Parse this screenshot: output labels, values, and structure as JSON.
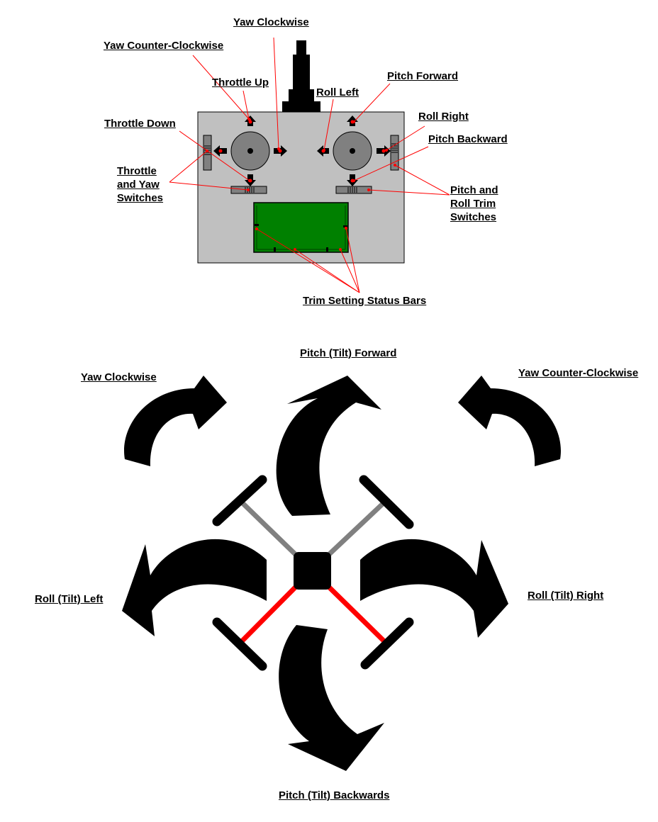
{
  "colors": {
    "background": "#ffffff",
    "controller_body": "#c0c0c0",
    "stick_base": "#808080",
    "screen": "#008000",
    "indicator_dot": "#ff0000",
    "leader_line": "#ff0000",
    "arm_front": "#808080",
    "arm_back": "#ff0000",
    "arrow": "#000000"
  },
  "transmitter": {
    "labels": {
      "yaw_clockwise": "Yaw Clockwise",
      "yaw_counter_clockwise": "Yaw Counter-Clockwise",
      "throttle_up": "Throttle Up",
      "roll_left": "Roll Left",
      "pitch_forward": "Pitch Forward",
      "roll_right": "Roll Right",
      "throttle_down": "Throttle Down",
      "pitch_backward": "Pitch Backward",
      "throttle_yaw_switches": "Throttle\nand Yaw\nSwitches",
      "pitch_roll_trim_switches": "Pitch and\nRoll Trim\nSwitches",
      "trim_status_bars": "Trim Setting Status Bars"
    }
  },
  "quadcopter": {
    "labels": {
      "pitch_forward": "Pitch (Tilt) Forward",
      "yaw_clockwise": "Yaw Clockwise",
      "yaw_counter_clockwise": "Yaw Counter-Clockwise",
      "roll_left": "Roll (Tilt) Left",
      "roll_right": "Roll (Tilt) Right",
      "pitch_backwards": "Pitch (Tilt) Backwards"
    }
  }
}
